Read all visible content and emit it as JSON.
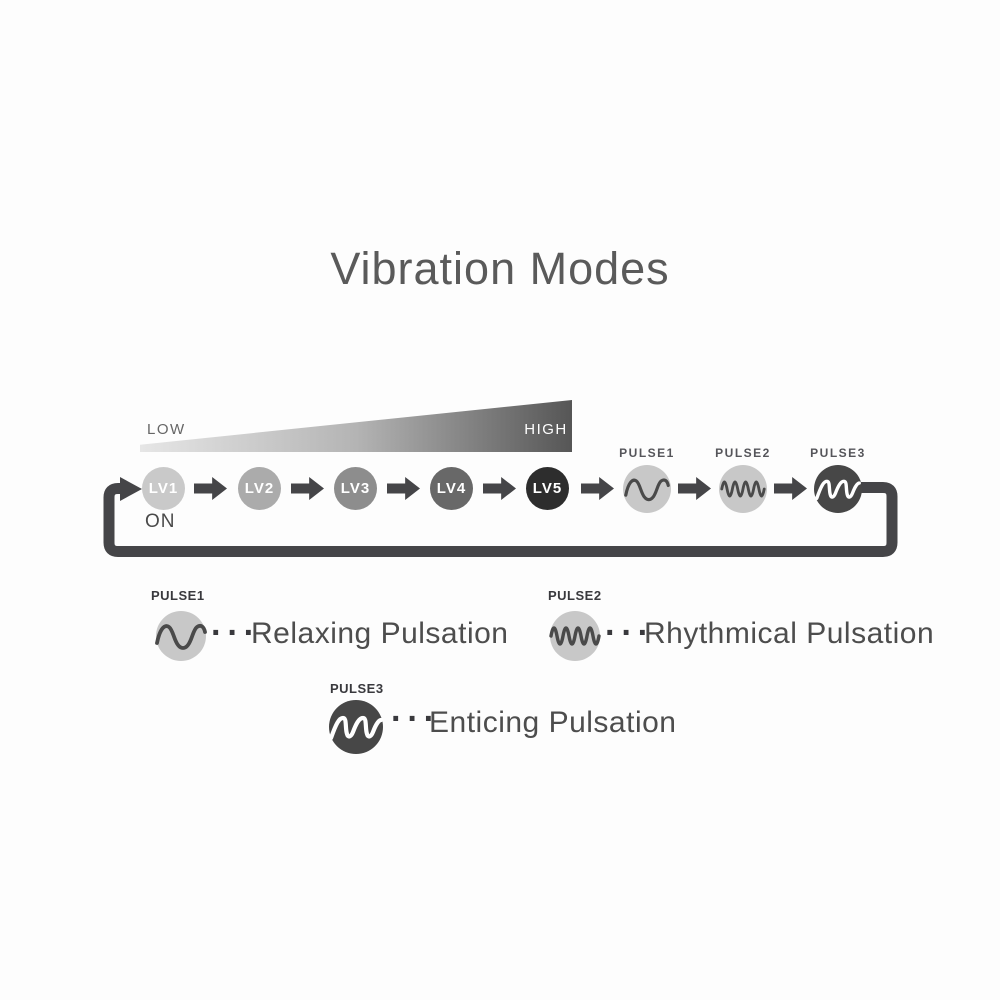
{
  "title": "Vibration Modes",
  "scale": {
    "low_label": "LOW",
    "high_label": "HIGH"
  },
  "power_label": "ON",
  "levels": [
    {
      "label": "LV1",
      "color": "#c9c9c9"
    },
    {
      "label": "LV2",
      "color": "#ababab"
    },
    {
      "label": "LV3",
      "color": "#8d8d8d"
    },
    {
      "label": "LV4",
      "color": "#686868"
    },
    {
      "label": "LV5",
      "color": "#2d2d2d"
    }
  ],
  "pulse_modes": [
    {
      "label": "PULSE1",
      "icon": "sine-wave-icon",
      "circle_color": "#c8c8c8"
    },
    {
      "label": "PULSE2",
      "icon": "dense-wave-icon",
      "circle_color": "#c8c8c8"
    },
    {
      "label": "PULSE3",
      "icon": "sawtooth-wave-icon",
      "circle_color": "#474747"
    }
  ],
  "legend": [
    {
      "label": "PULSE1",
      "dots": "···",
      "description": "Relaxing Pulsation",
      "icon": "sine-wave-icon"
    },
    {
      "label": "PULSE2",
      "dots": "···",
      "description": "Rhythmical Pulsation",
      "icon": "dense-wave-icon"
    },
    {
      "label": "PULSE3",
      "dots": "···",
      "description": "Enticing Pulsation",
      "icon": "sawtooth-wave-icon"
    }
  ],
  "colors": {
    "background": "#fdfdfd",
    "title_text": "#5a5a5a",
    "line_ink": "#454548",
    "body_text": "#4d4d4d",
    "gradient_start": "#e6e6e6",
    "gradient_end": "#565656",
    "high_label_text": "#ffffff"
  }
}
